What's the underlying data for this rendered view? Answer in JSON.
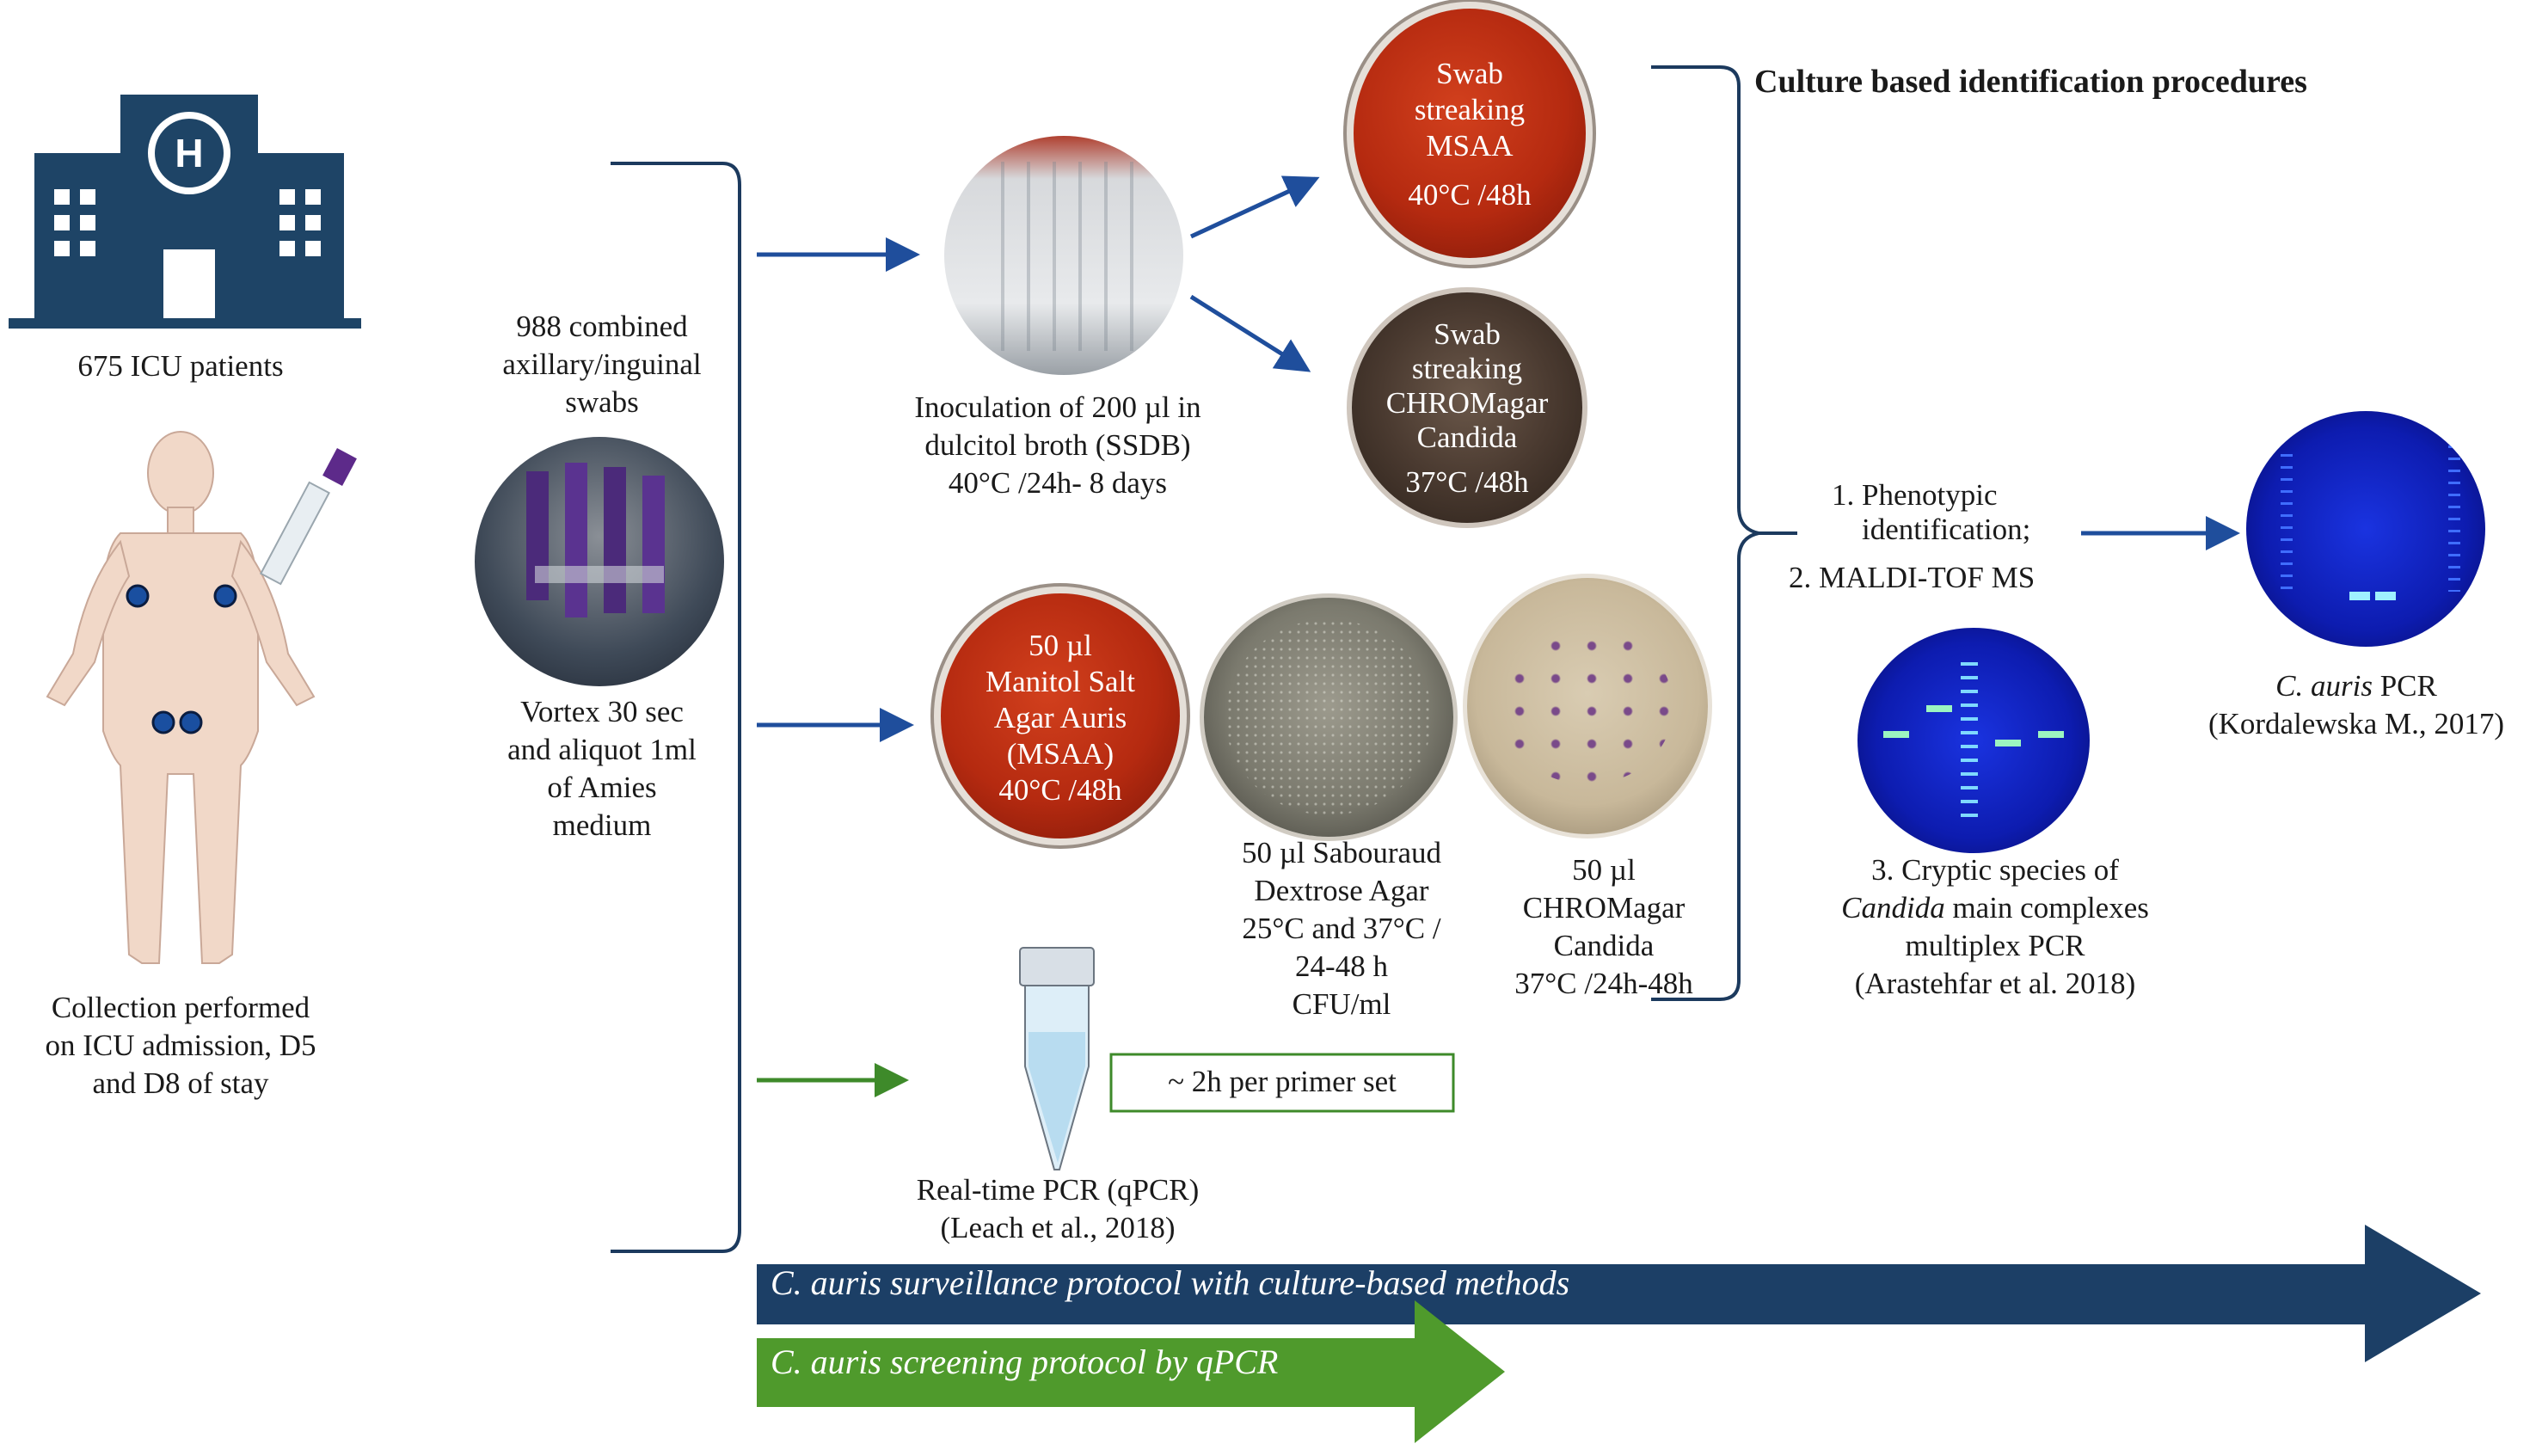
{
  "title": "Culture based identification procedures",
  "hospital": {
    "icon_letter": "H",
    "patients": "675 ICU patients"
  },
  "collection": {
    "line1": "Collection performed",
    "line2": "on ICU admission, D5",
    "line3": "and D8 of stay"
  },
  "swabs": {
    "line1": "988 combined",
    "line2": "axillary/inguinal",
    "line3": "swabs"
  },
  "vortex": {
    "line1": "Vortex 30 sec",
    "line2": "and aliquot 1ml",
    "line3": "of Amies",
    "line4": "medium"
  },
  "broth": {
    "line1": "Inoculation of 200 µl in",
    "line2": "dulcitol broth (SSDB)",
    "line3": "40°C /24h- 8 days"
  },
  "plate_msaa_top": {
    "line1": "Swab",
    "line2": "streaking",
    "line3": "MSAA",
    "line4": "40°C /48h"
  },
  "plate_chrom_top": {
    "line1": "Swab",
    "line2": "streaking",
    "line3": "CHROMagar",
    "line4": "Candida",
    "line5": "37°C /48h"
  },
  "plate_msaa_mid": {
    "line1": "50 µl",
    "line2": "Manitol Salt",
    "line3": "Agar Auris",
    "line4": "(MSAA)",
    "line5": "40°C /48h"
  },
  "sabouraud": {
    "line1": "50 µl  Sabouraud",
    "line2": "Dextrose Agar",
    "line3": "25°C and 37°C /",
    "line4": "24-48 h",
    "line5": "CFU/ml"
  },
  "chromagar": {
    "line1": "50 µl",
    "line2": "CHROMagar",
    "line3": "Candida",
    "line4": "37°C /24h-48h"
  },
  "identification": {
    "item1": "1.   Phenotypic",
    "item1b": "identification;",
    "item2": "2.   MALDI-TOF MS"
  },
  "cryptic": {
    "line1": "3. Cryptic species of",
    "line2_italic": "Candida",
    "line2_rest": " main complexes",
    "line3": "multiplex PCR",
    "line4": "(Arastehfar et al. 2018)"
  },
  "auris_pcr": {
    "italic": "C. auris",
    "rest": " PCR",
    "ref": "(Kordalewska M., 2017)"
  },
  "qpcr": {
    "line1": "Real-time PCR (qPCR)",
    "line2": "(Leach et al., 2018)",
    "box": "~ 2h per primer set"
  },
  "protocols": {
    "surveillance": "C. auris surveillance protocol with culture-based methods",
    "screening": "C. auris screening protocol by qPCR"
  },
  "colors": {
    "navy": "#1c3f66",
    "green": "#4f9a2c",
    "arrow_blue": "#1f4e9c",
    "arrow_green": "#3e8a2a",
    "hospital": "#1e4466"
  }
}
